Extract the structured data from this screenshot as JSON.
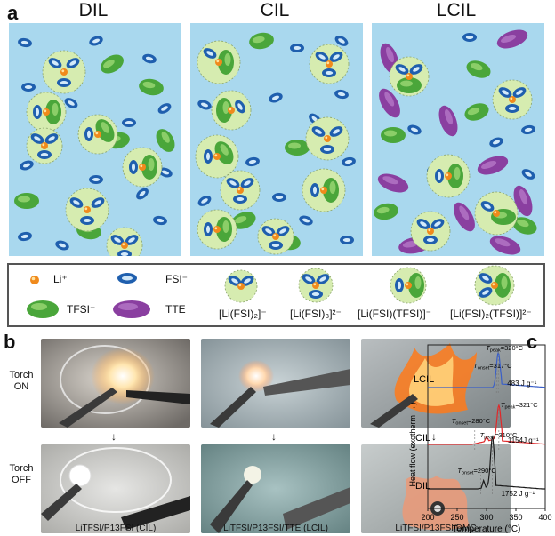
{
  "panel_a": {
    "letter": "a",
    "columns": [
      "DIL",
      "CIL",
      "LCIL"
    ],
    "legend": {
      "li": "Li⁺",
      "fsi": "FSI⁻",
      "tfsi": "TFSI⁻",
      "tte": "TTE",
      "c1": "[Li(FSI)₂]⁻",
      "c2": "[Li(FSI)₃]²⁻",
      "c3": "[Li(FSI)(TFSI)]⁻",
      "c4": "[Li(FSI)₂(TFSI)]²⁻"
    },
    "colors": {
      "background": "#a9d8ee",
      "fsi": "#1f5fae",
      "tfsi": "#4aa63a",
      "tte": "#8a3fa0",
      "li": "#f08a1c",
      "cluster": "#d6ecb0"
    }
  },
  "panel_b": {
    "letter": "b",
    "torch_on": [
      "Torch",
      "ON"
    ],
    "torch_off": [
      "Torch",
      "OFF"
    ],
    "labels": [
      "LiTFSI/P13FSI (CIL)",
      "LiTFSI/P13FSI/TTE (LCIL)",
      "LiTFSI/P13FSI/DMC"
    ]
  },
  "panel_c": {
    "letter": "c",
    "chart_data": {
      "type": "line",
      "xlabel": "Temperature (°C)",
      "ylabel": "Heat flow (exotherm →)",
      "xlim": [
        200,
        400
      ],
      "xticks": [
        200,
        250,
        300,
        350,
        400
      ],
      "series": [
        {
          "name": "LCIL",
          "color": "#3a5fc8",
          "t_onset": "T",
          "onset_label": "onset=317°C",
          "t_peak": "T",
          "peak_label": "peak=320°C",
          "heat": "483 J g⁻¹",
          "onset": 317,
          "peak": 320
        },
        {
          "name": "CIL",
          "color": "#e0282a",
          "t_onset": "T",
          "onset_label": "onset=280°C",
          "t_peak": "T",
          "peak_label": "peak=321°C",
          "heat": "1154J g⁻¹",
          "onset": 280,
          "peak": 321
        },
        {
          "name": "DIL",
          "color": "#1a1a1a",
          "t_onset": "T",
          "onset_label": "onset=290°C",
          "t_peak": "T",
          "peak_label": "peak=310°C",
          "heat": "1752 J g⁻¹",
          "onset": 290,
          "peak": 310
        }
      ]
    }
  }
}
